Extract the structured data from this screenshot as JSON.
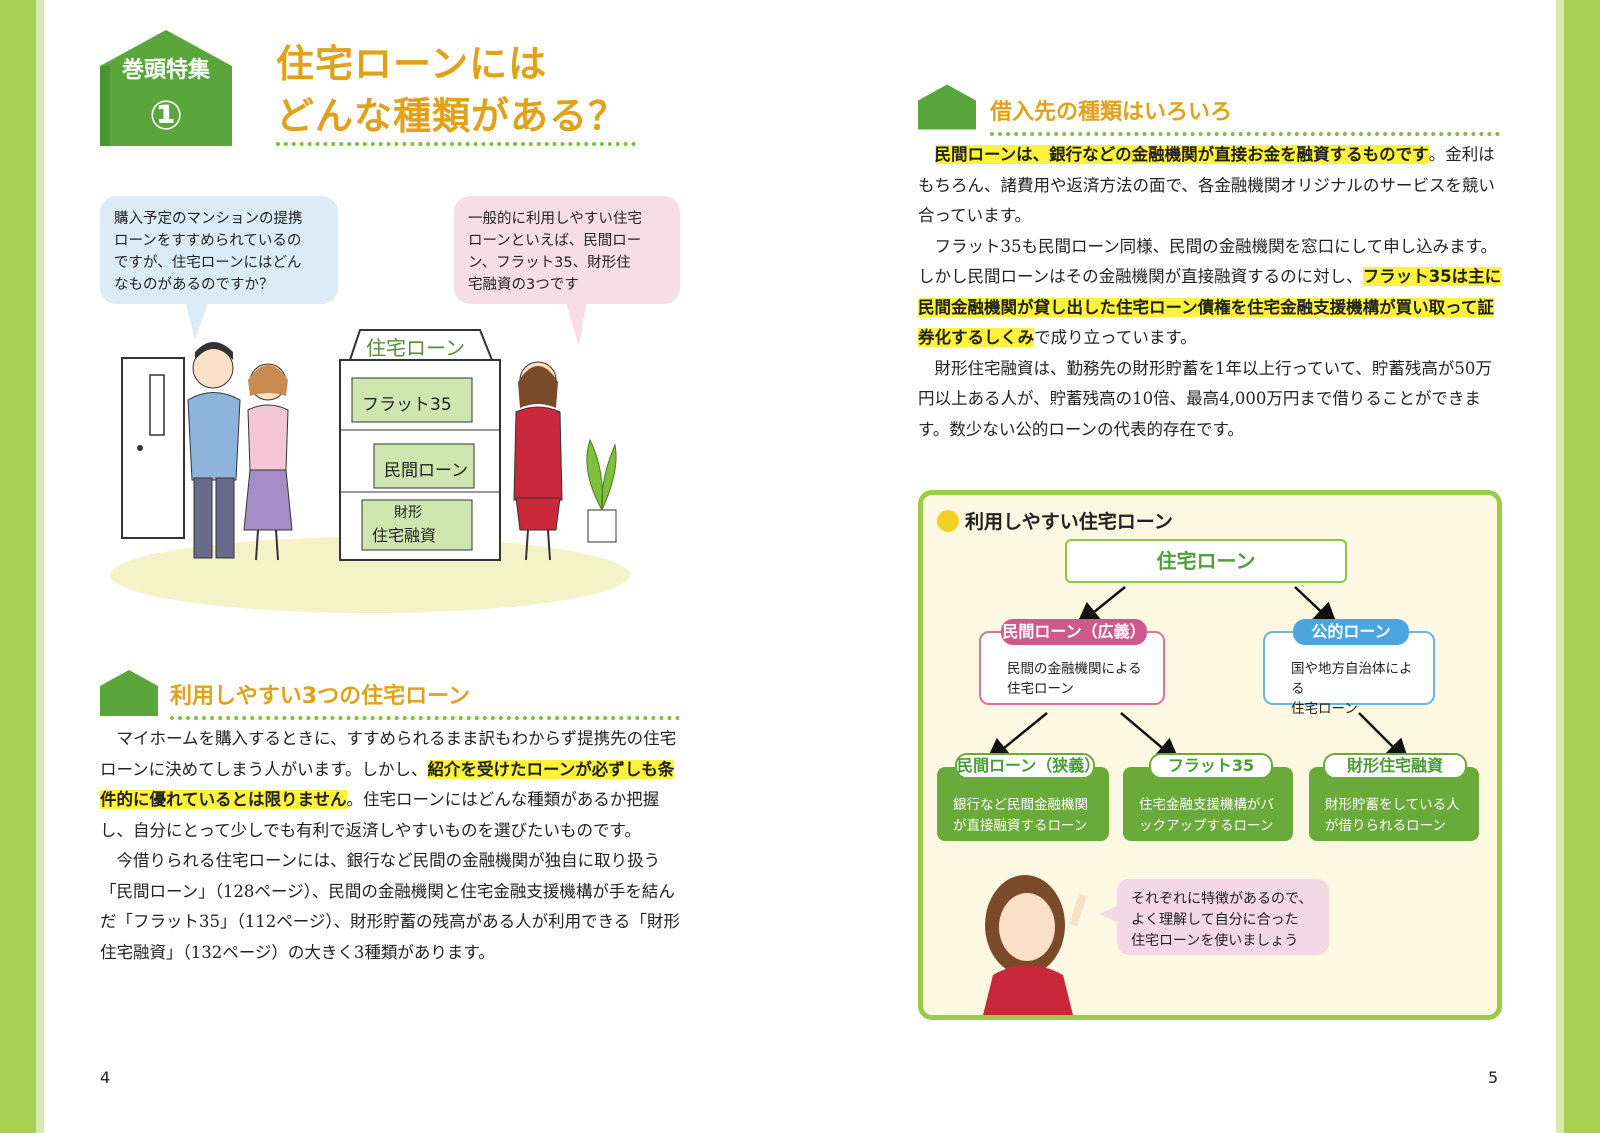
{
  "badge": {
    "label": "巻頭特集",
    "number": "①"
  },
  "title": {
    "line1": "住宅ローンには",
    "line2": "どんな種類がある？"
  },
  "bubbles": {
    "customer": [
      "購入予定のマンションの提携",
      "ローンをすすめられているの",
      "ですが、住宅ローンにはどん",
      "なものがあるのですか？"
    ],
    "advisor": [
      "一般的に利用しやすい住宅",
      "ローンといえば、民間ロー",
      "ン、フラット35、財形住",
      "宅融資の3つです"
    ]
  },
  "illustration": {
    "sign": "住宅ローン",
    "shelf1": "フラット35",
    "shelf2": "民間ローン",
    "shelf3_line1": "財形",
    "shelf3_line2": "住宅融資"
  },
  "section_left": {
    "heading": "利用しやすい3つの住宅ローン",
    "p1_a": "マイホームを購入するときに、すすめられるまま訳もわからず提携先の住宅ローンに決めてしまう人がいます。しかし、",
    "p1_hl": "紹介を受けたローンが必ずしも条件的に優れているとは限りません",
    "p1_b": "。住宅ローンにはどんな種類があるか把握し、自分にとって少しでも有利で返済しやすいものを選びたいものです。",
    "p2": "今借りられる住宅ローンには、銀行など民間の金融機関が独自に取り扱う「民間ローン」（128ページ）、民間の金融機関と住宅金融支援機構が手を結んだ「フラット35」（112ページ）、財形貯蓄の残高がある人が利用できる「財形住宅融資」（132ページ）の大きく3種類があります。"
  },
  "section_right": {
    "heading": "借入先の種類はいろいろ",
    "p1_hl": "民間ローンは、銀行などの金融機関が直接お金を融資するものです",
    "p1_b": "。金利はもちろん、諸費用や返済方法の面で、各金融機関オリジナルのサービスを競い合っています。",
    "p2_a": "フラット35も民間ローン同様、民間の金融機関を窓口にして申し込みます。しかし民間ローンはその金融機関が直接融資するのに対し、",
    "p2_hl": "フラット35は主に民間金融機関が貸し出した住宅ローン債権を住宅金融支援機構が買い取って証券化するしくみ",
    "p2_b": "で成り立っています。",
    "p3": "財形住宅融資は、勤務先の財形貯蓄を1年以上行っていて、貯蓄残高が50万円以上ある人が、貯蓄残高の10倍、最高4,000万円まで借りることができます。数少ない公的ローンの代表的存在です。"
  },
  "diagram": {
    "title": "利用しやすい住宅ローン",
    "root": "住宅ローン",
    "private_broad": {
      "tag": "民間ローン（広義）",
      "desc": [
        "民間の金融機関による",
        "住宅ローン"
      ]
    },
    "public": {
      "tag": "公的ローン",
      "desc": [
        "国や地方自治体による",
        "住宅ローン"
      ]
    },
    "private_narrow": {
      "tag": "民間ローン（狭義）",
      "desc": [
        "銀行など民間金融機関",
        "が直接融資するローン"
      ]
    },
    "flat35": {
      "tag": "フラット35",
      "desc": [
        "住宅金融支援機構がバ",
        "ックアップするローン"
      ]
    },
    "zaikei": {
      "tag": "財形住宅融資",
      "desc": [
        "財形貯蓄をしている人",
        "が借りられるローン"
      ]
    },
    "advice": [
      "それぞれに特徴があるので、",
      "よく理解して自分に合った",
      "住宅ローンを使いましょう"
    ]
  },
  "pages": {
    "left": "4",
    "right": "5"
  },
  "colors": {
    "accent_green": "#7fbf3a",
    "title_orange": "#e0a21a",
    "highlight": "#fff23a"
  }
}
